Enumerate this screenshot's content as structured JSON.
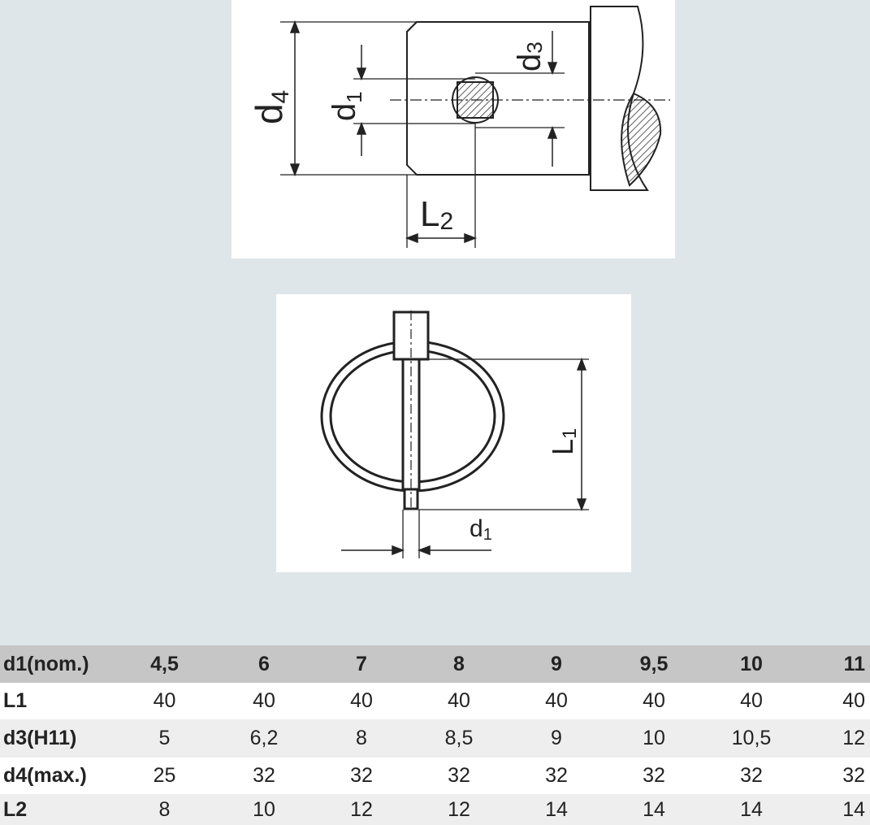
{
  "drawing_top": {
    "labels": {
      "d4": "d",
      "d4_sub": "4",
      "d1": "d",
      "d1_sub": "1",
      "d3": "d",
      "d3_sub": "3",
      "L2": "L",
      "L2_sub": "2"
    }
  },
  "drawing_mid": {
    "labels": {
      "L1": "L",
      "L1_sub": "1",
      "d1": "d",
      "d1_sub": "1"
    }
  },
  "table": {
    "header": {
      "label": "d1(nom.)",
      "values": [
        "4,5",
        "6",
        "7",
        "8",
        "9",
        "9,5",
        "10",
        "11"
      ]
    },
    "rows": [
      {
        "label": "L1",
        "values": [
          "40",
          "40",
          "40",
          "40",
          "40",
          "40",
          "40",
          "40"
        ]
      },
      {
        "label": "d3(H11)",
        "values": [
          "5",
          "6,2",
          "8",
          "8,5",
          "9",
          "10",
          "10,5",
          "12"
        ]
      },
      {
        "label": "d4(max.)",
        "values": [
          "25",
          "32",
          "32",
          "32",
          "32",
          "32",
          "32",
          "32"
        ]
      },
      {
        "label": "L2",
        "values": [
          "8",
          "10",
          "12",
          "12",
          "14",
          "14",
          "14",
          "14"
        ]
      }
    ]
  }
}
